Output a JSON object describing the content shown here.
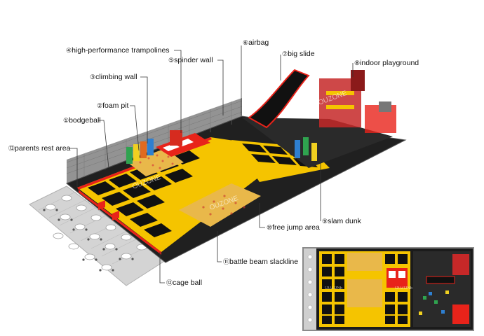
{
  "labels": [
    {
      "id": "high-performance-trampolines",
      "num": "④",
      "text": "high-performance trampolines"
    },
    {
      "id": "airbag",
      "num": "⑥",
      "text": "airbag"
    },
    {
      "id": "big-slide",
      "num": "⑦",
      "text": "big slide"
    },
    {
      "id": "spinder-wall",
      "num": "⑤",
      "text": "spinder wall"
    },
    {
      "id": "indoor-playground",
      "num": "⑧",
      "text": "indoor playground"
    },
    {
      "id": "climbing-wall",
      "num": "③",
      "text": "climbing wall"
    },
    {
      "id": "foam-pit",
      "num": "②",
      "text": "foam pit"
    },
    {
      "id": "bodgeball",
      "num": "①",
      "text": "bodgeball"
    },
    {
      "id": "parents-rest-area",
      "num": "⑬",
      "text": "parents rest area"
    },
    {
      "id": "slam-dunk",
      "num": "⑨",
      "text": "slam dunk"
    },
    {
      "id": "free-jump-area",
      "num": "⑩",
      "text": "free jump area"
    },
    {
      "id": "battle-beam-slackline",
      "num": "⑪",
      "text": "battle beam slackline"
    },
    {
      "id": "cage-ball",
      "num": "⑫",
      "text": "cage ball"
    }
  ],
  "watermark": "OUZONE",
  "colors": {
    "frame": "#f5c400",
    "pad": "#e8231a",
    "mat": "#111111",
    "foam": "#e9b84a",
    "floor": "#d5d5d5"
  }
}
